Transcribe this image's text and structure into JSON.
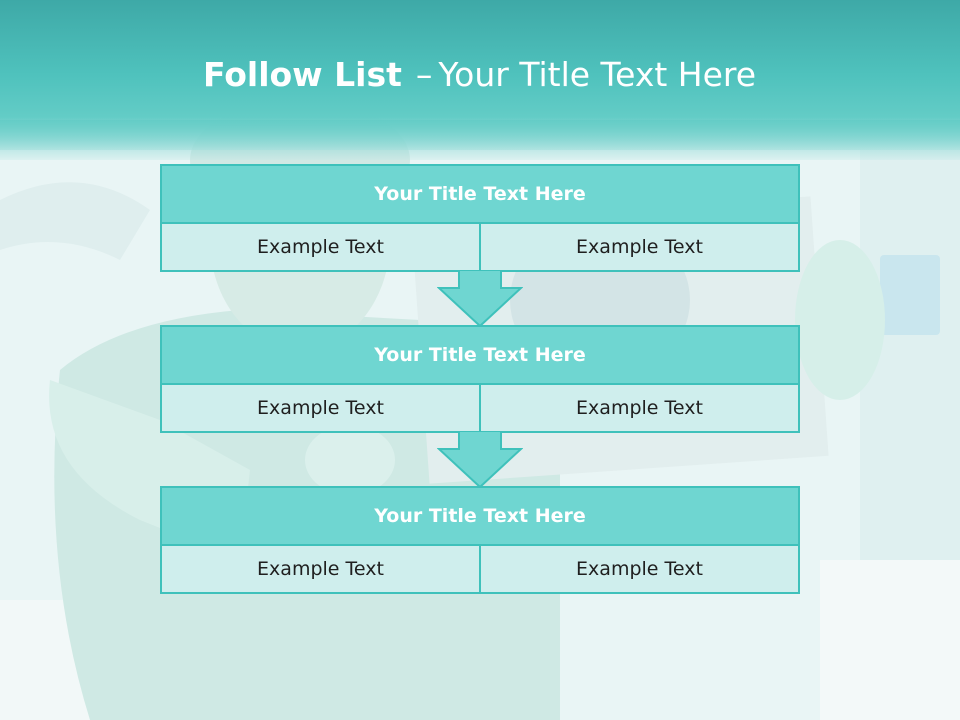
{
  "slide": {
    "title_bold": "Follow List",
    "title_sep": "–",
    "title_rest": "Your Title Text Here"
  },
  "blocks": [
    {
      "title": "Your Title Text Here",
      "left": "Example Text",
      "right": "Example Text"
    },
    {
      "title": "Your Title Text Here",
      "left": "Example Text",
      "right": "Example Text"
    },
    {
      "title": "Your Title Text Here",
      "left": "Example Text",
      "right": "Example Text"
    }
  ],
  "colors": {
    "accent": "#3fc1bb",
    "header_fill": "#6fd6d1",
    "cell_fill": "#cfeeed",
    "title_band": "#4fc2bd"
  }
}
